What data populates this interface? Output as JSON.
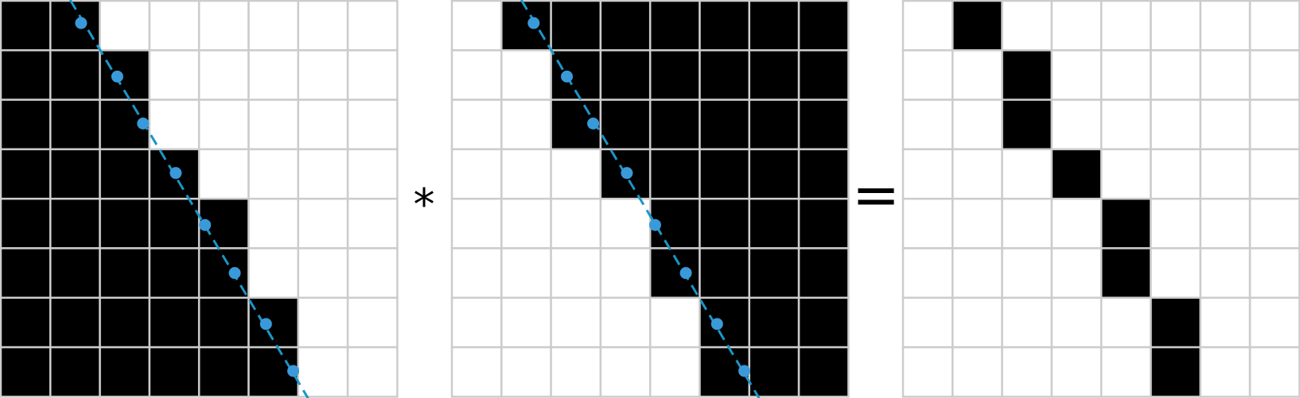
{
  "colors": {
    "filled": "#000000",
    "empty": "#ffffff",
    "grid_line": "#cccccc",
    "line": "#1a96c8",
    "marker": "#3a9ad9"
  },
  "operators": {
    "multiply": "*",
    "equals": "="
  },
  "grids": [
    {
      "name": "grid-left",
      "rows": [
        [
          1,
          1,
          0,
          0,
          0,
          0,
          0,
          0
        ],
        [
          1,
          1,
          1,
          0,
          0,
          0,
          0,
          0
        ],
        [
          1,
          1,
          1,
          0,
          0,
          0,
          0,
          0
        ],
        [
          1,
          1,
          1,
          1,
          0,
          0,
          0,
          0
        ],
        [
          1,
          1,
          1,
          1,
          1,
          0,
          0,
          0
        ],
        [
          1,
          1,
          1,
          1,
          1,
          0,
          0,
          0
        ],
        [
          1,
          1,
          1,
          1,
          1,
          1,
          0,
          0
        ],
        [
          1,
          1,
          1,
          1,
          1,
          1,
          0,
          0
        ]
      ],
      "line": {
        "x_start": 1.4,
        "x_end": 6.2
      },
      "markers": [
        [
          1.62,
          0.45
        ],
        [
          2.35,
          1.53
        ],
        [
          2.87,
          2.48
        ],
        [
          3.53,
          3.48
        ],
        [
          4.12,
          4.53
        ],
        [
          4.72,
          5.5
        ],
        [
          5.35,
          6.53
        ],
        [
          5.9,
          7.48
        ]
      ]
    },
    {
      "name": "grid-middle",
      "rows": [
        [
          0,
          1,
          1,
          1,
          1,
          1,
          1,
          1
        ],
        [
          0,
          0,
          1,
          1,
          1,
          1,
          1,
          1
        ],
        [
          0,
          0,
          1,
          1,
          1,
          1,
          1,
          1
        ],
        [
          0,
          0,
          0,
          1,
          1,
          1,
          1,
          1
        ],
        [
          0,
          0,
          0,
          0,
          1,
          1,
          1,
          1
        ],
        [
          0,
          0,
          0,
          0,
          1,
          1,
          1,
          1
        ],
        [
          0,
          0,
          0,
          0,
          0,
          1,
          1,
          1
        ],
        [
          0,
          0,
          0,
          0,
          0,
          1,
          1,
          1
        ]
      ],
      "line": {
        "x_start": 1.4,
        "x_end": 6.2
      },
      "markers": [
        [
          1.65,
          0.45
        ],
        [
          2.32,
          1.53
        ],
        [
          2.85,
          2.48
        ],
        [
          3.53,
          3.48
        ],
        [
          4.1,
          4.53
        ],
        [
          4.72,
          5.5
        ],
        [
          5.35,
          6.53
        ],
        [
          5.9,
          7.48
        ]
      ]
    },
    {
      "name": "grid-result",
      "rows": [
        [
          0,
          1,
          0,
          0,
          0,
          0,
          0,
          0
        ],
        [
          0,
          0,
          1,
          0,
          0,
          0,
          0,
          0
        ],
        [
          0,
          0,
          1,
          0,
          0,
          0,
          0,
          0
        ],
        [
          0,
          0,
          0,
          1,
          0,
          0,
          0,
          0
        ],
        [
          0,
          0,
          0,
          0,
          1,
          0,
          0,
          0
        ],
        [
          0,
          0,
          0,
          0,
          1,
          0,
          0,
          0
        ],
        [
          0,
          0,
          0,
          0,
          0,
          1,
          0,
          0
        ],
        [
          0,
          0,
          0,
          0,
          0,
          1,
          0,
          0
        ]
      ]
    }
  ]
}
